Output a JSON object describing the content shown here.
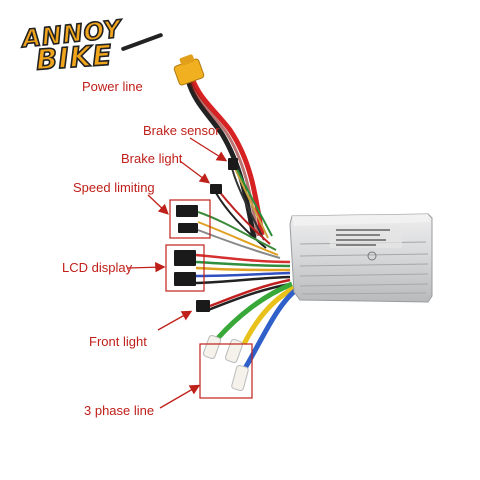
{
  "brand": {
    "line1": "ANNOY",
    "line2": "BIKE",
    "colors": {
      "fill": "#f0a51c",
      "outline": "#222222"
    }
  },
  "labels": {
    "power_line": "Power line",
    "brake_sensor": "Brake sensor",
    "brake_light": "Brake light",
    "speed_limiting": "Speed limiting",
    "lcd_display": "LCD display",
    "front_light": "Front light",
    "three_phase_line": "3 phase line"
  },
  "colors": {
    "label_text": "#c0201a",
    "arrow": "#c0201a",
    "controller_body": "#d9dadb",
    "xt60_connector": "#f0b020"
  }
}
